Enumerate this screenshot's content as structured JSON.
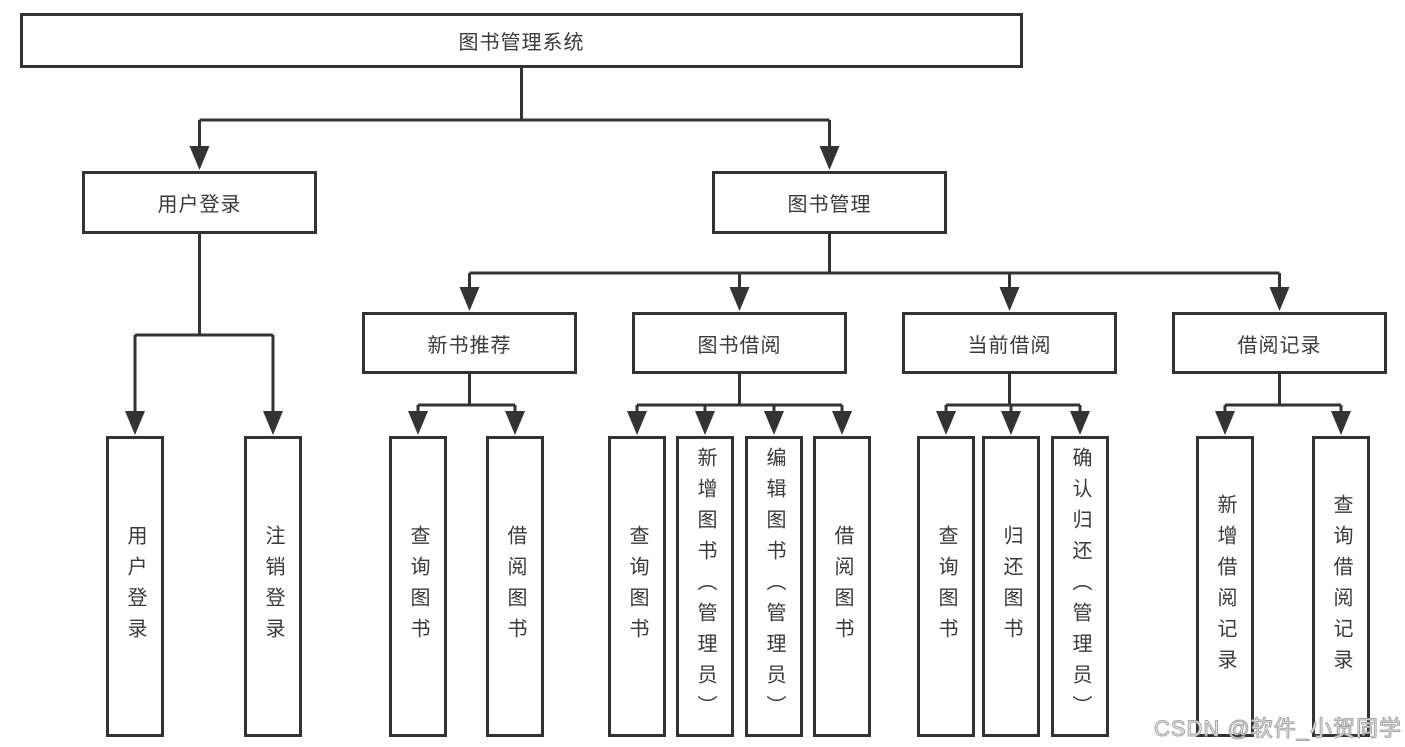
{
  "diagram": {
    "root": {
      "label": "图书管理系统"
    },
    "level2": [
      {
        "label": "用户登录"
      },
      {
        "label": "图书管理"
      }
    ],
    "level3": [
      {
        "label": "新书推荐"
      },
      {
        "label": "图书借阅"
      },
      {
        "label": "当前借阅"
      },
      {
        "label": "借阅记录"
      }
    ],
    "leaves": [
      {
        "label": "用户登录"
      },
      {
        "label": "注销登录"
      },
      {
        "label": "查询图书"
      },
      {
        "label": "借阅图书"
      },
      {
        "label": "查询图书"
      },
      {
        "label": "新增图书（管理员）"
      },
      {
        "label": "编辑图书（管理员）"
      },
      {
        "label": "借阅图书"
      },
      {
        "label": "查询图书"
      },
      {
        "label": "归还图书"
      },
      {
        "label": "确认归还（管理员）"
      },
      {
        "label": "新增借阅记录"
      },
      {
        "label": "查询借阅记录"
      }
    ]
  },
  "watermark": {
    "text": "CSDN @软件_小贺同学"
  },
  "colors": {
    "line": "#333333",
    "box_border": "#333333",
    "box_fill": "#ffffff",
    "text": "#3a3a3a",
    "watermark": "#f2f2f2",
    "background": "#ffffff"
  }
}
